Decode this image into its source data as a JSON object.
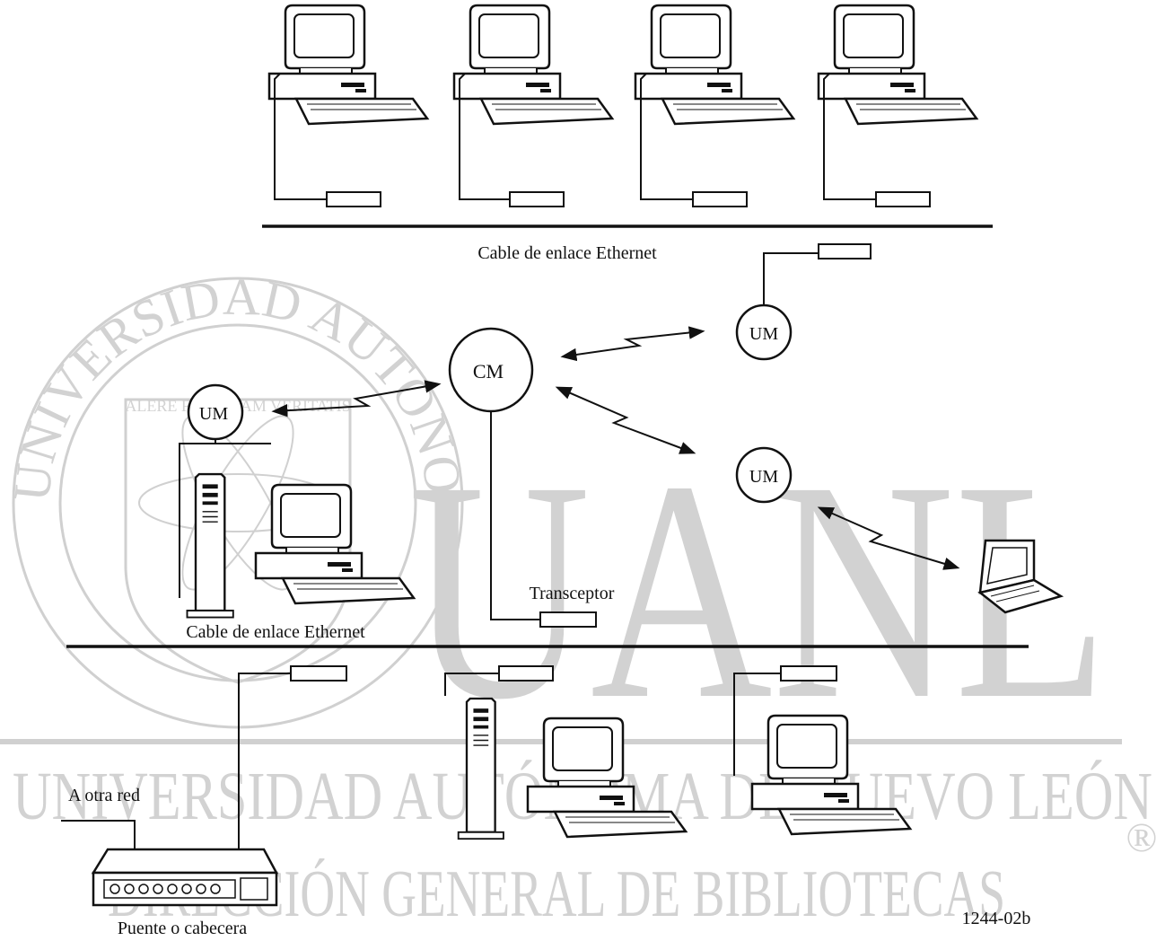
{
  "labels": {
    "top_cable": "Cable de enlace Ethernet",
    "bottom_cable": "Cable de enlace Ethernet",
    "transceiver": "Transceptor",
    "other_network": "A otra red",
    "bridge": "Puente o cabecera",
    "figure_code": "1244-02b"
  },
  "nodes": {
    "cm": "CM",
    "um_top_right": "UM",
    "um_left": "UM",
    "um_middle_right": "UM"
  },
  "watermark": {
    "big_letters": "UANL",
    "line1": "UNIVERSIDAD AUTÓNOMA DE NUEVO LEÓN",
    "line2": "DIRECCIÓN GENERAL DE BIBLIOTECAS",
    "registered": "®",
    "seal_ring_text": "UNIVERSIDAD AUTONOMA DE NUEVO LEON",
    "seal_motto": "ALERE FLAMMAM VERITATIS",
    "color": "#d0d0d0"
  },
  "colors": {
    "ink": "#111111",
    "paper": "#ffffff"
  }
}
